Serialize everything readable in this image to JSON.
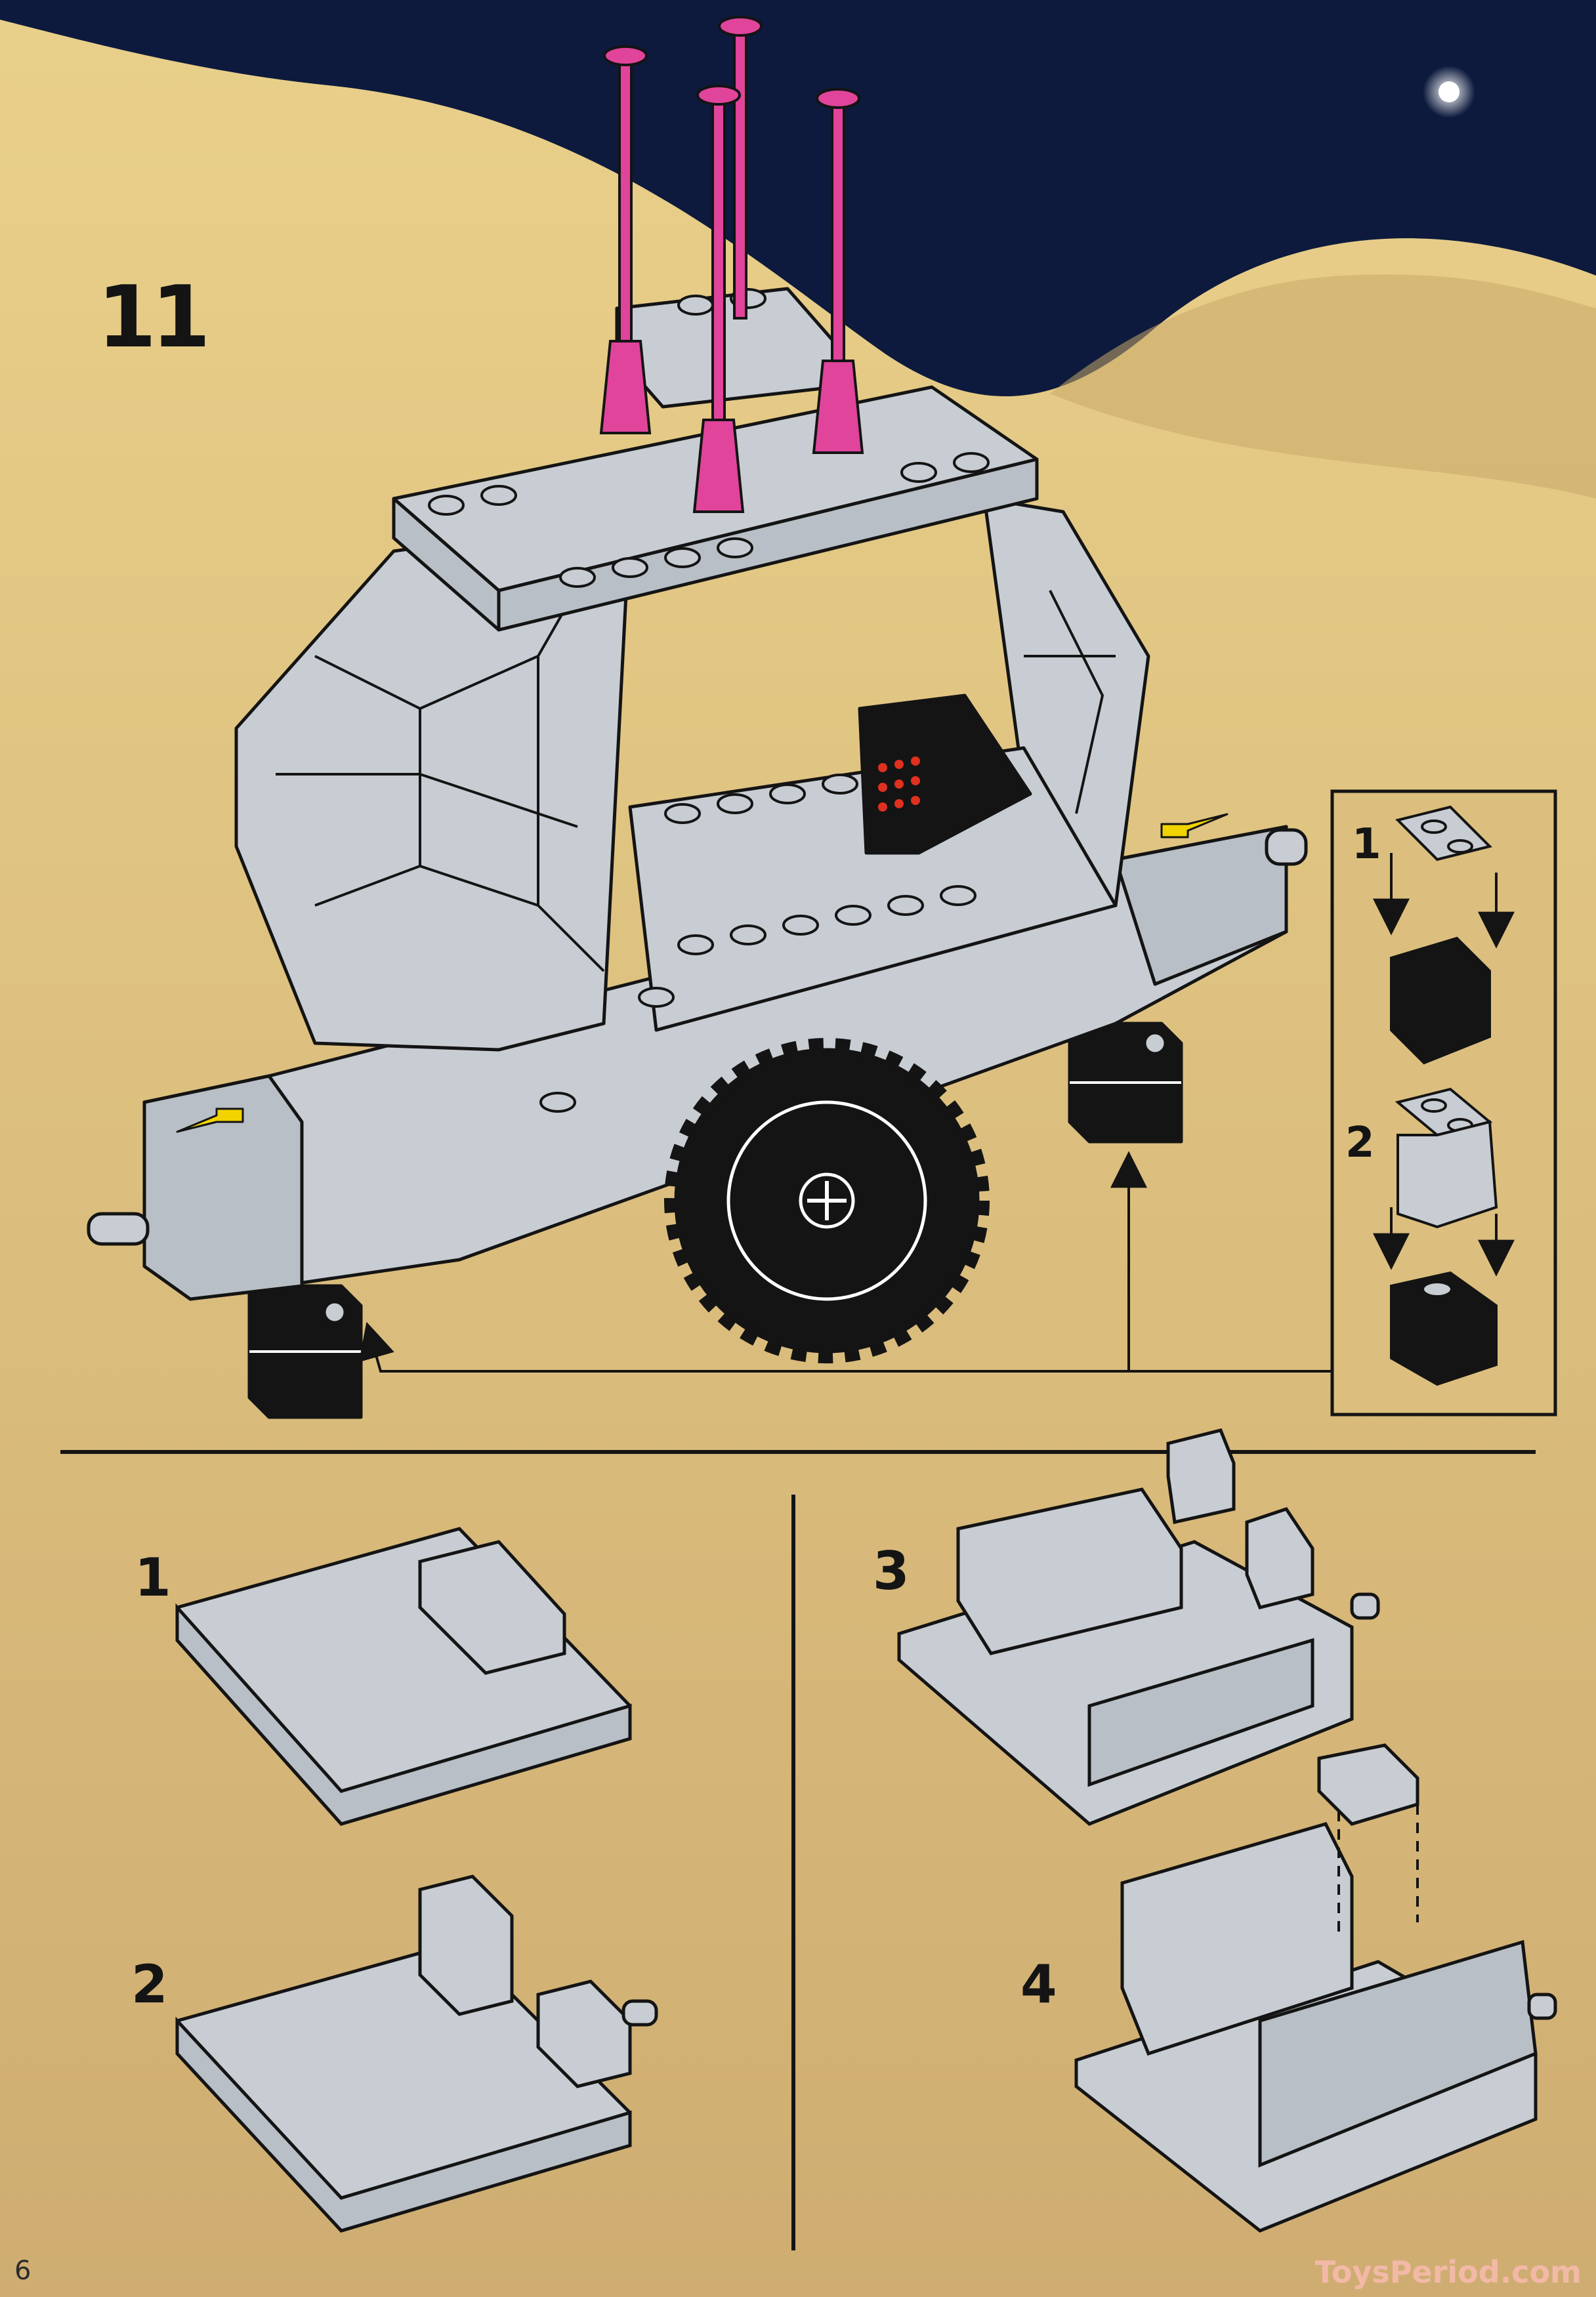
{
  "page": {
    "main_step": "11",
    "page_number": "6",
    "watermark": "ToysPeriod.com"
  },
  "inset": {
    "steps": [
      "1",
      "2"
    ]
  },
  "substeps": [
    "1",
    "2",
    "3",
    "4"
  ],
  "colors": {
    "sand": "#d8b978",
    "sky": "#0d1a3d",
    "brick_gray": "#c8cdd3",
    "antenna_pink": "#e0449b",
    "outline": "#141414",
    "arrow_yellow": "#f1d300"
  },
  "icons": [
    "yellow-arrow-icon",
    "black-arrow-icon"
  ]
}
